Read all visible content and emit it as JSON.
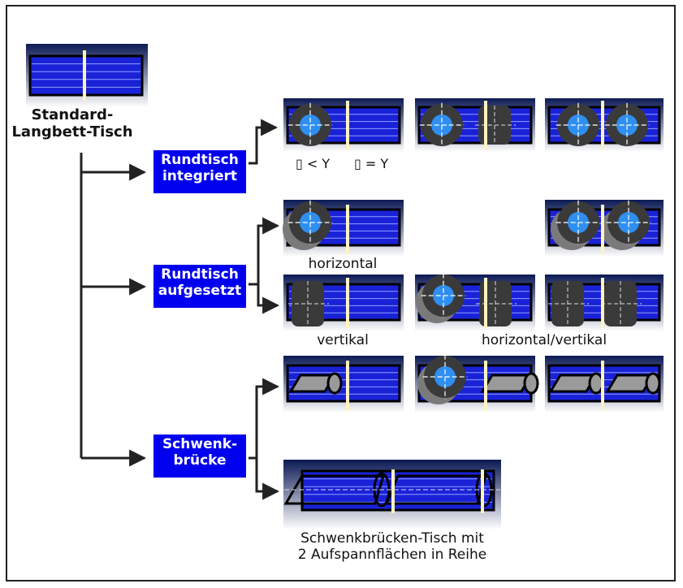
{
  "colors": {
    "category_box": "#0000ee",
    "panel_gradient_top": "#0c1a55",
    "panel_gradient_bottom": "#ffffff",
    "table_blue": "#1a22d8",
    "rotary_blue": "#2f8ff0",
    "rotary_dark": "#3a3a3a",
    "divider": "#fff3c0"
  },
  "root": {
    "line1": "Standard-",
    "line2": "Langbett-Tisch"
  },
  "categories": [
    {
      "line1": "Rundtisch",
      "line2": "integriert"
    },
    {
      "line1": "Rundtisch",
      "line2": "aufgesetzt"
    },
    {
      "line1": "Schwenk-",
      "line2": "brücke"
    }
  ],
  "legend": {
    "a": "▯ < Y",
    "b": "▯ = Y"
  },
  "captions": {
    "horizontal": "horizontal",
    "vertikal": "vertikal",
    "horizontal_vertikal": "horizontal/vertikal",
    "bridge_line1": "Schwenkbrücken-Tisch mit",
    "bridge_line2": "2 Aufspannflächen in Reihe"
  }
}
